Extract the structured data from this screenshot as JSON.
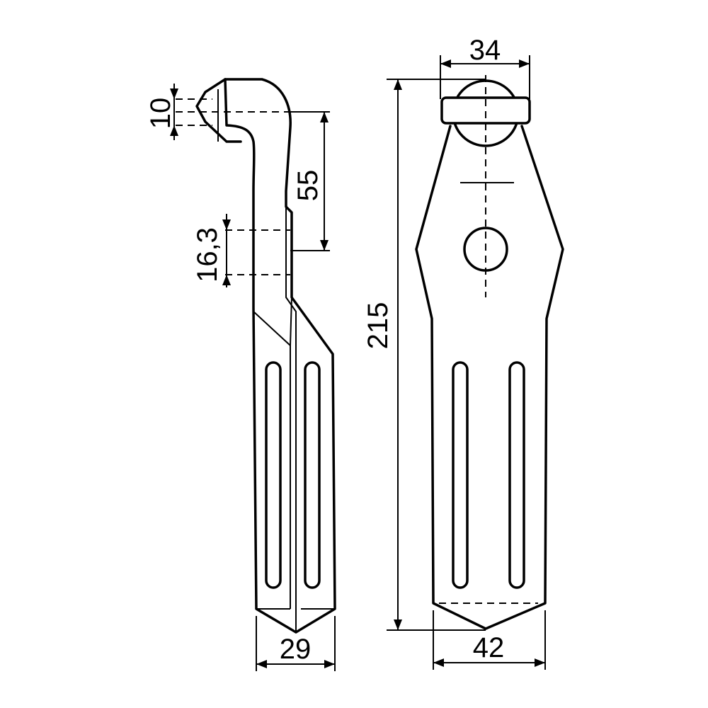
{
  "dimensions": {
    "hole_diameter": "10",
    "bend_height": "55",
    "hole_spacing": "16,3",
    "blade_thickness": "29",
    "total_length": "215",
    "head_width": "34",
    "blade_width": "42"
  },
  "colors": {
    "line": "#000000",
    "background": "#ffffff"
  }
}
